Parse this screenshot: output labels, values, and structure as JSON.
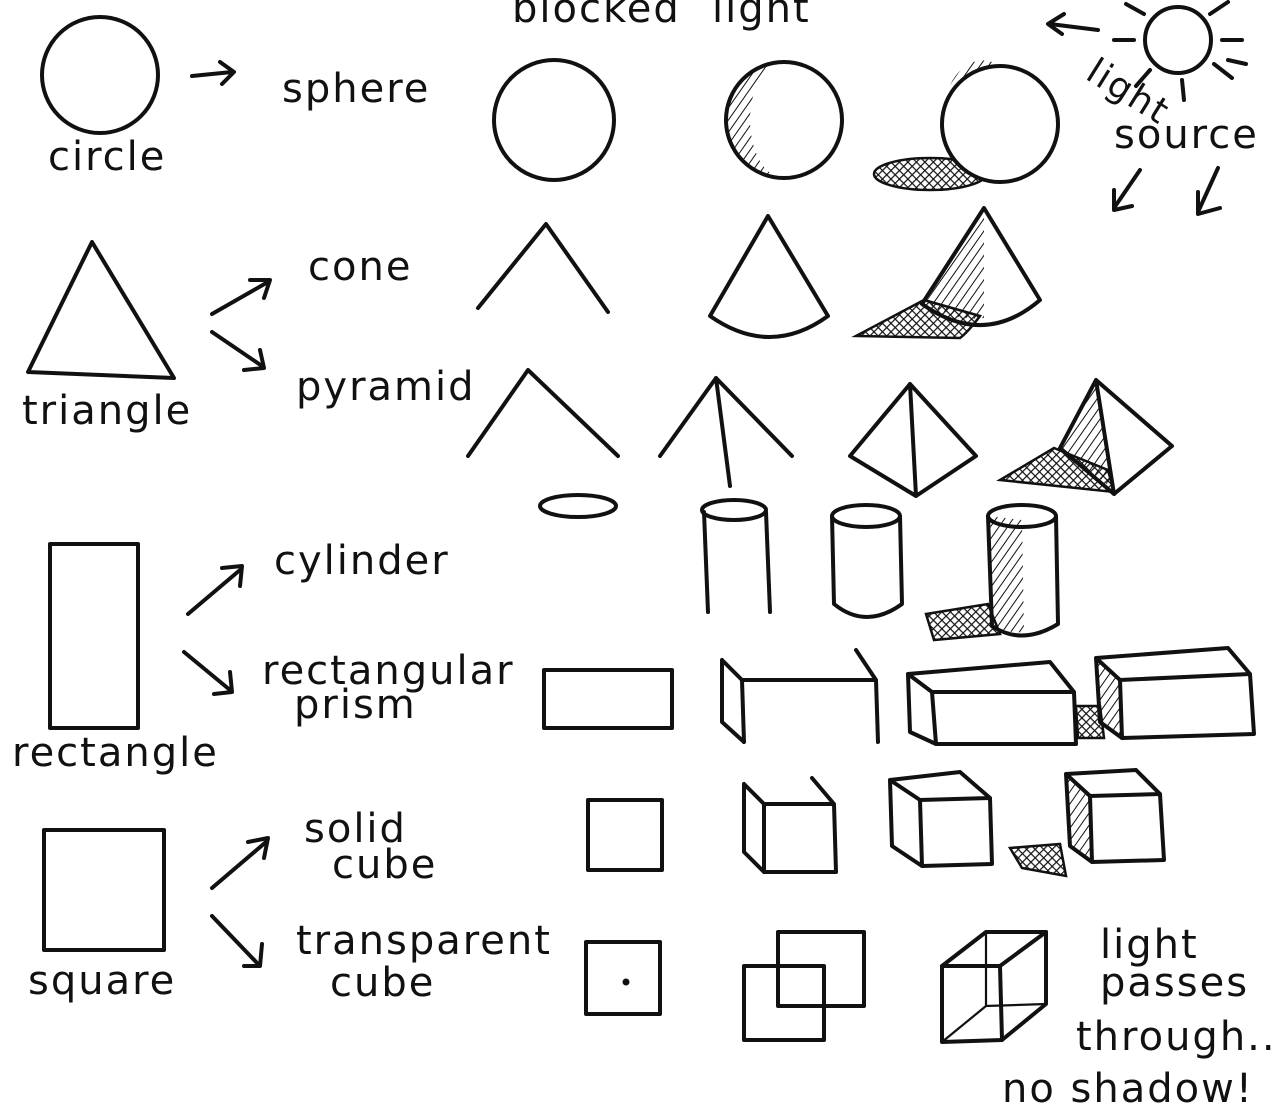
{
  "headers": {
    "blocked": "blocked",
    "light": "light"
  },
  "light_source": {
    "label_top": "light",
    "label_bottom": "source"
  },
  "shapes": [
    {
      "flat": "circle",
      "solids": [
        "sphere"
      ]
    },
    {
      "flat": "triangle",
      "solids": [
        "cone",
        "pyramid"
      ]
    },
    {
      "flat": "rectangle",
      "solids": [
        "cylinder",
        "rectangular prism"
      ]
    },
    {
      "flat": "square",
      "solids": [
        "solid cube",
        "transparent cube"
      ]
    }
  ],
  "labels": {
    "circle": "circle",
    "sphere": "sphere",
    "triangle": "triangle",
    "cone": "cone",
    "pyramid": "pyramid",
    "rectangle": "rectangle",
    "cylinder": "cylinder",
    "rect_prism_1": "rectangular",
    "rect_prism_2": "prism",
    "square": "square",
    "solid_cube_1": "solid",
    "solid_cube_2": "cube",
    "transparent_cube_1": "transparent",
    "transparent_cube_2": "cube"
  },
  "note": {
    "line1": "light",
    "line2": "passes",
    "line3": "through...",
    "line4": "no shadow!"
  }
}
